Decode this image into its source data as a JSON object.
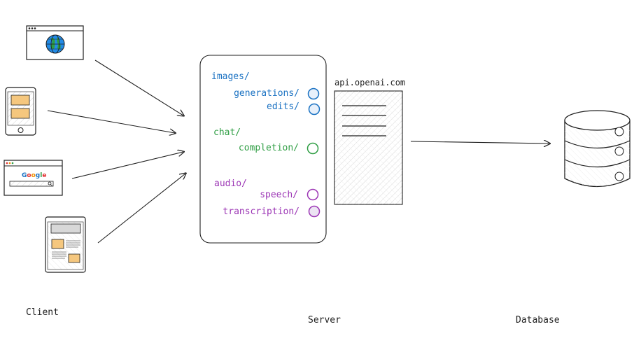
{
  "labels": {
    "client": "Client",
    "server": "Server",
    "database": "Database",
    "api_host": "api.openai.com"
  },
  "colors": {
    "blue": "#1971c2",
    "green": "#2f9e44",
    "purple": "#9c36b5",
    "stroke": "#1e1e1e",
    "yellow": "#f5c77e",
    "globe": "#228be6",
    "globe_land": "#2f9e44"
  },
  "routes": {
    "images": {
      "group": "images/",
      "endpoints": [
        "generations/",
        "edits/"
      ]
    },
    "chat": {
      "group": "chat/",
      "endpoints": [
        "completion/"
      ]
    },
    "audio": {
      "group": "audio/",
      "endpoints": [
        "speech/",
        "transcription/"
      ]
    }
  },
  "clients": {
    "browser_icon": "globe-icon",
    "phone_icon": "phone-icon",
    "search_brand": "Google",
    "tablet_icon": "tablet-icon"
  }
}
